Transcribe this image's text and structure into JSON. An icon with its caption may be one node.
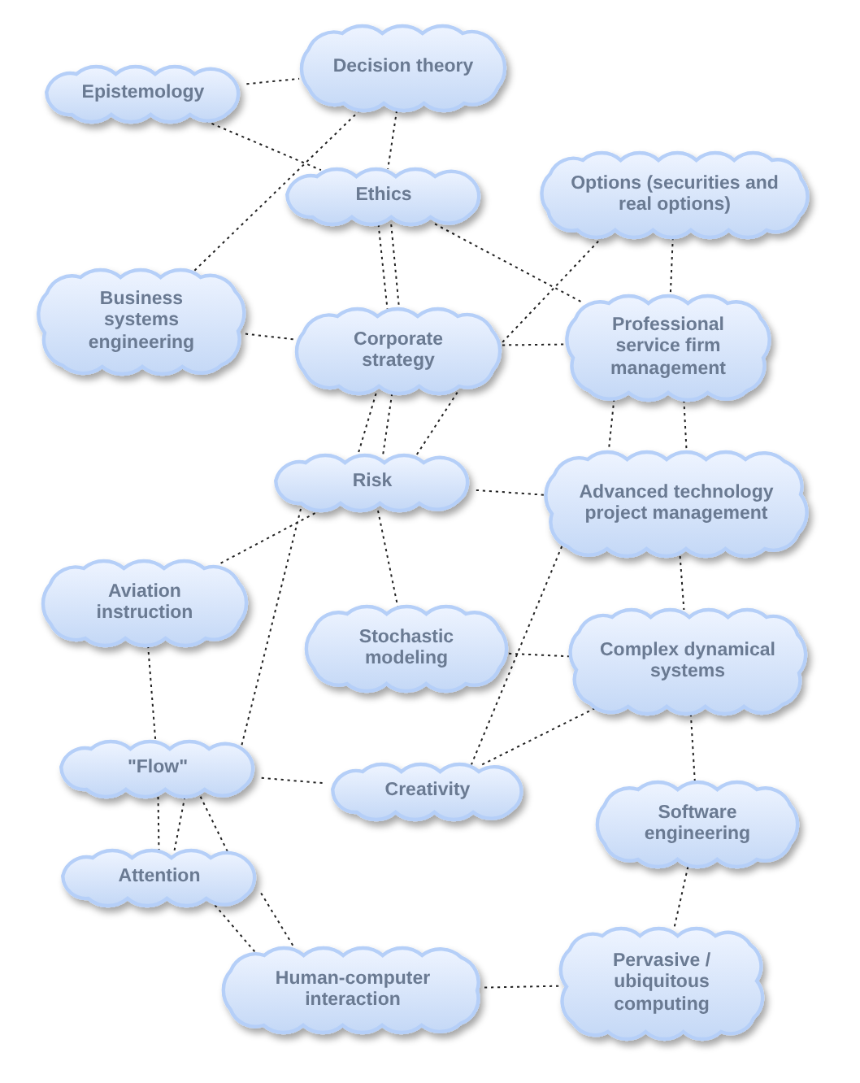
{
  "diagram": {
    "nodes": [
      {
        "text": [
          "Decision theory"
        ]
      },
      {
        "text": [
          "Epistemology"
        ]
      },
      {
        "text": [
          "Ethics"
        ]
      },
      {
        "text": [
          "Options (securities and real options)"
        ]
      },
      {
        "text": [
          "Business systems engineering"
        ]
      },
      {
        "text": [
          "Corporate strategy"
        ]
      },
      {
        "text": [
          "Professional service firm management"
        ]
      },
      {
        "text": [
          "Risk"
        ]
      },
      {
        "text": [
          "Advanced technology project management"
        ]
      },
      {
        "text": [
          "Aviation instruction"
        ]
      },
      {
        "text": [
          "Stochastic modeling"
        ]
      },
      {
        "text": [
          "Complex dynamical systems"
        ]
      },
      {
        "text": [
          "\"Flow\""
        ]
      },
      {
        "text": [
          "Creativity"
        ]
      },
      {
        "text": [
          "Software engineering"
        ]
      },
      {
        "text": [
          "Attention"
        ]
      },
      {
        "text": [
          "Human-computer interaction"
        ]
      },
      {
        "text": [
          "Pervasive / ubiquitous computing"
        ]
      }
    ],
    "edges": [
      {
        "from": 1,
        "to": 0,
        "arrow": "none"
      },
      {
        "from": 1,
        "to": 2,
        "arrow": "none"
      },
      {
        "from": 0,
        "to": 2,
        "arrow": "none"
      },
      {
        "from": 0,
        "to": 4,
        "arrow": "none"
      },
      {
        "from": 2,
        "to": 5,
        "arrow": "none"
      },
      {
        "from": 2,
        "to": 5,
        "arrow": "none"
      },
      {
        "from": 2,
        "to": 6,
        "arrow": "none"
      },
      {
        "from": 5,
        "to": 7,
        "arrow": "none"
      },
      {
        "from": 3,
        "to": 6,
        "arrow": "none"
      },
      {
        "from": 3,
        "to": 5,
        "arrow": "none"
      },
      {
        "from": 4,
        "to": 5,
        "arrow": "none"
      },
      {
        "from": 5,
        "to": 6,
        "arrow": "none"
      },
      {
        "from": 5,
        "to": 7,
        "arrow": "none"
      },
      {
        "from": 5,
        "to": 7,
        "arrow": "none"
      },
      {
        "from": 6,
        "to": 8,
        "arrow": "none"
      },
      {
        "from": 6,
        "to": 8,
        "arrow": "none"
      },
      {
        "from": 8,
        "to": 13,
        "arrow": "none"
      },
      {
        "from": 7,
        "to": 8,
        "arrow": "none"
      },
      {
        "from": 7,
        "to": 9,
        "arrow": "none"
      },
      {
        "from": 7,
        "to": 10,
        "arrow": "none"
      },
      {
        "from": 7,
        "to": 12,
        "arrow": "none"
      },
      {
        "from": 8,
        "to": 11,
        "arrow": "none"
      },
      {
        "from": 10,
        "to": 11,
        "arrow": "none"
      },
      {
        "from": 11,
        "to": 13,
        "arrow": "none"
      },
      {
        "from": 11,
        "to": 14,
        "arrow": "none"
      },
      {
        "from": 9,
        "to": 12,
        "arrow": "none"
      },
      {
        "from": 12,
        "to": 13,
        "arrow": "none"
      },
      {
        "from": 12,
        "to": 15,
        "arrow": "none"
      },
      {
        "from": 12,
        "to": 15,
        "arrow": "none"
      },
      {
        "from": 12,
        "to": 15,
        "arrow": "none"
      },
      {
        "from": 15,
        "to": 16,
        "arrow": "none"
      },
      {
        "from": 15,
        "to": 16,
        "arrow": "none"
      },
      {
        "from": 14,
        "to": 17,
        "arrow": "none"
      },
      {
        "from": 16,
        "to": 17,
        "arrow": "none"
      }
    ]
  }
}
